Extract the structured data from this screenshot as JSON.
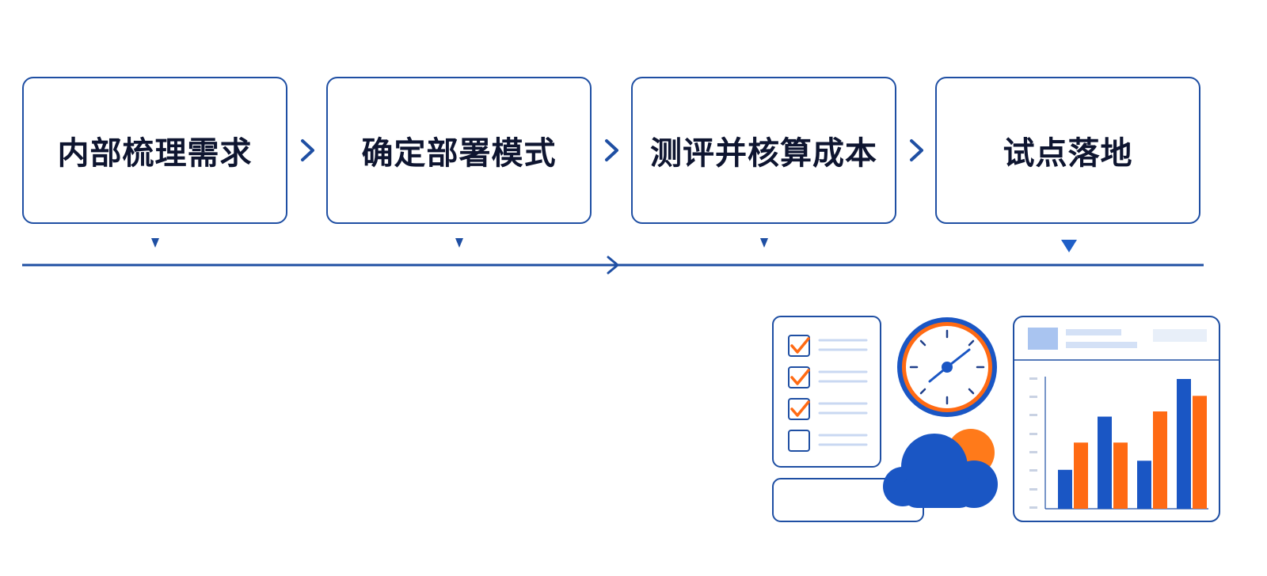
{
  "steps": [
    {
      "label": "内部梳理需求"
    },
    {
      "label": "确定部署模式"
    },
    {
      "label": "测评并核算成本"
    },
    {
      "label": "试点落地"
    }
  ],
  "colors": {
    "border": "#1f4fa3",
    "accent_blue": "#1a56c4",
    "accent_orange": "#ff6a13",
    "text": "#0e1530",
    "light_blue": "#c9d8f2"
  },
  "illustration": {
    "checklist": [
      {
        "checked": true
      },
      {
        "checked": true
      },
      {
        "checked": true
      },
      {
        "checked": false
      }
    ],
    "icons": [
      "checklist-icon",
      "clock-icon",
      "cloud-icon",
      "sun-icon",
      "bar-chart-icon"
    ],
    "bar_chart": {
      "series": [
        {
          "color": "#1a56c4",
          "values": [
            0.3,
            0.71,
            0.37,
            1.0
          ]
        },
        {
          "color": "#ff6a13",
          "values": [
            0.51,
            0.51,
            0.75,
            0.87
          ]
        }
      ]
    }
  }
}
